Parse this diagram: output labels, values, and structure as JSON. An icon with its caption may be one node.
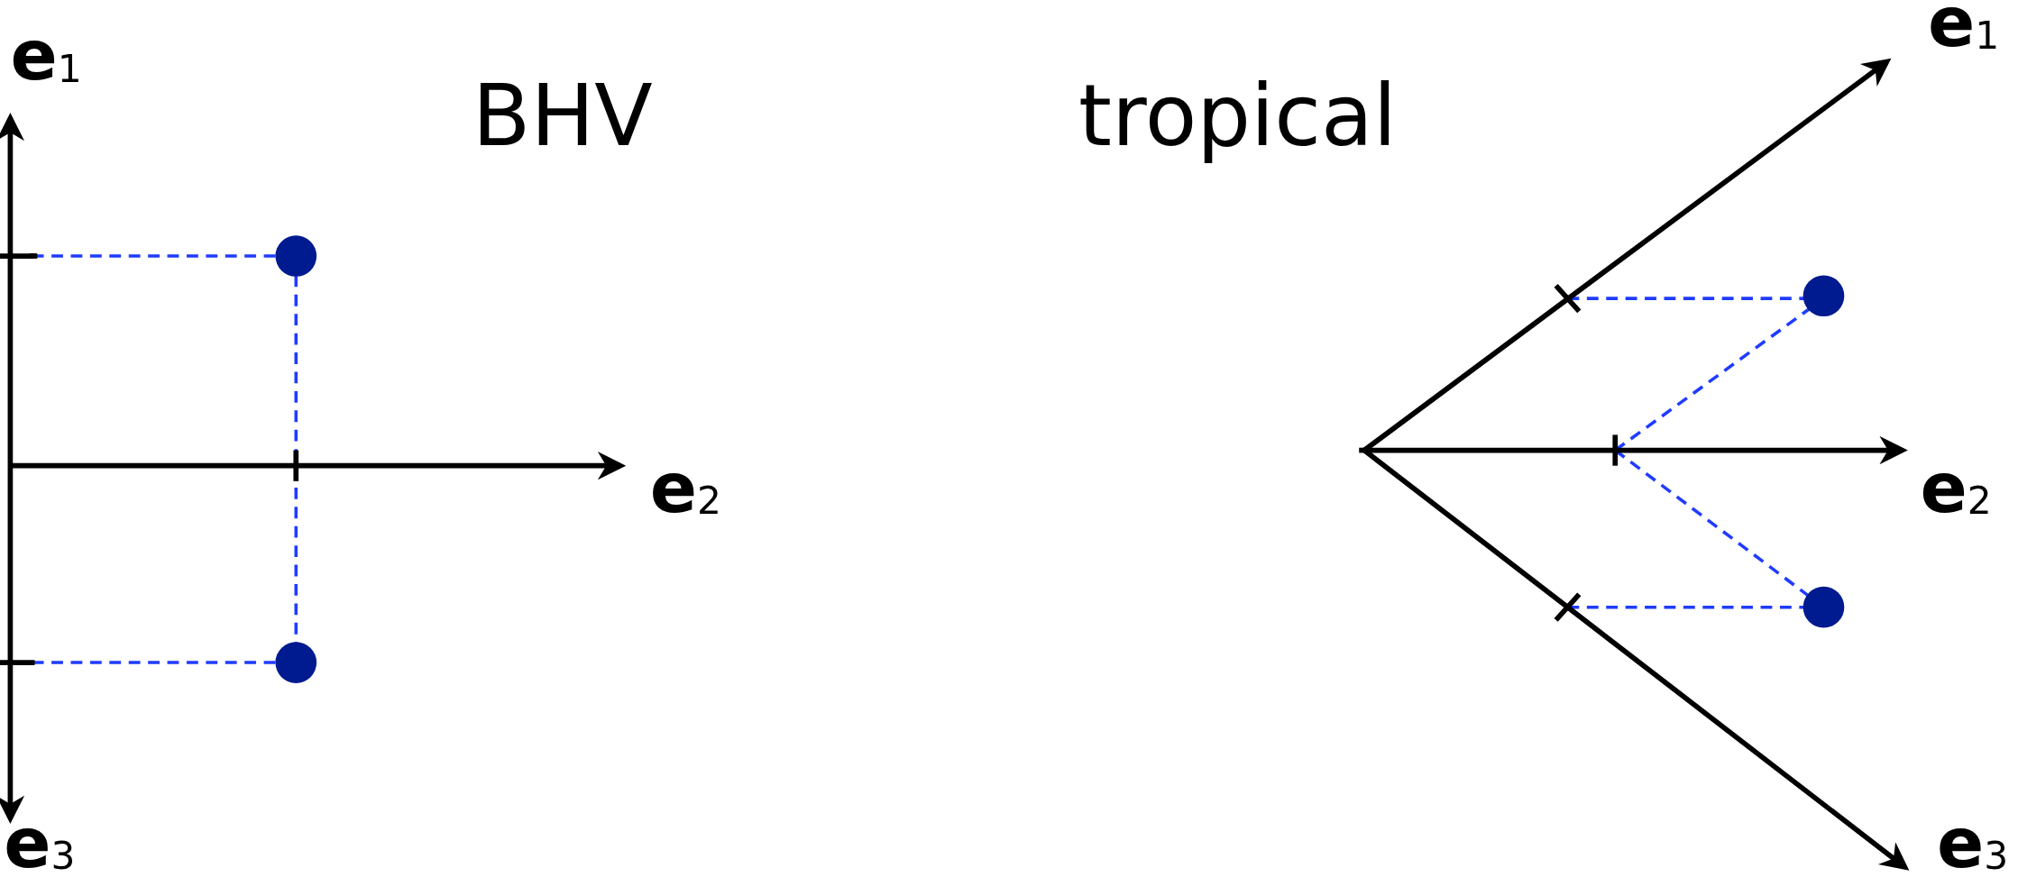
{
  "diagram": {
    "labels": [
      "BHV",
      "tropical",
      "e$_{1}$",
      "e$_{2}$",
      "e$_{3}$",
      "e$_{1}$",
      "e$_{2}$",
      "e$_{3}$"
    ]
  }
}
